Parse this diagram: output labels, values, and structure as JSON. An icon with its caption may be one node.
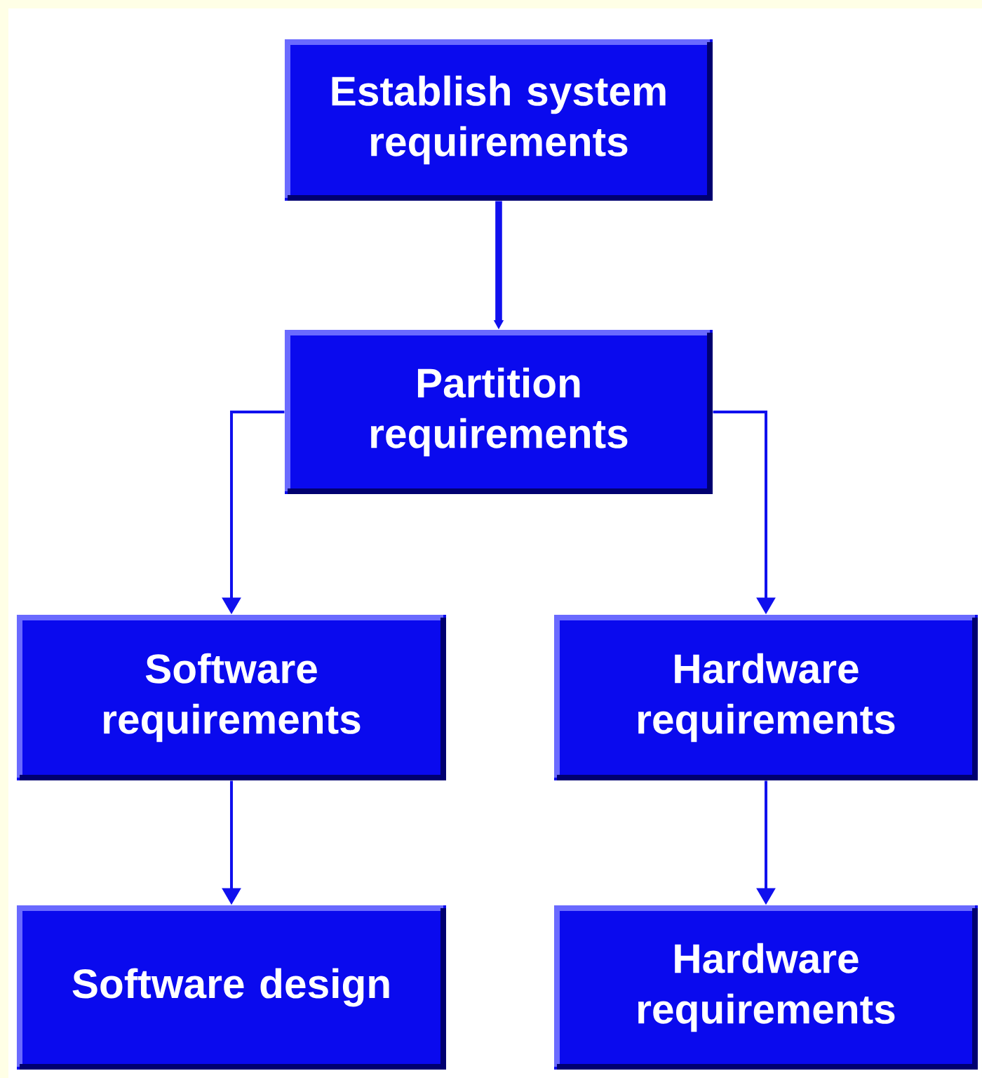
{
  "diagram": {
    "nodes": [
      {
        "text": [
          "Establish system requirements"
        ]
      },
      {
        "text": [
          "Partition requirements"
        ]
      },
      {
        "text": [
          "Software requirements"
        ]
      },
      {
        "text": [
          "Hardware requirements"
        ]
      },
      {
        "text": [
          "Software design"
        ]
      },
      {
        "text": [
          "Hardware requirements"
        ]
      }
    ],
    "edges": [
      {
        "from": 0,
        "to": 1,
        "arrow": "to",
        "style": "thick"
      },
      {
        "from": 1,
        "to": 2,
        "arrow": "to"
      },
      {
        "from": 1,
        "to": 3,
        "arrow": "to"
      },
      {
        "from": 2,
        "to": 4,
        "arrow": "to"
      },
      {
        "from": 3,
        "to": 5,
        "arrow": "to"
      }
    ]
  }
}
